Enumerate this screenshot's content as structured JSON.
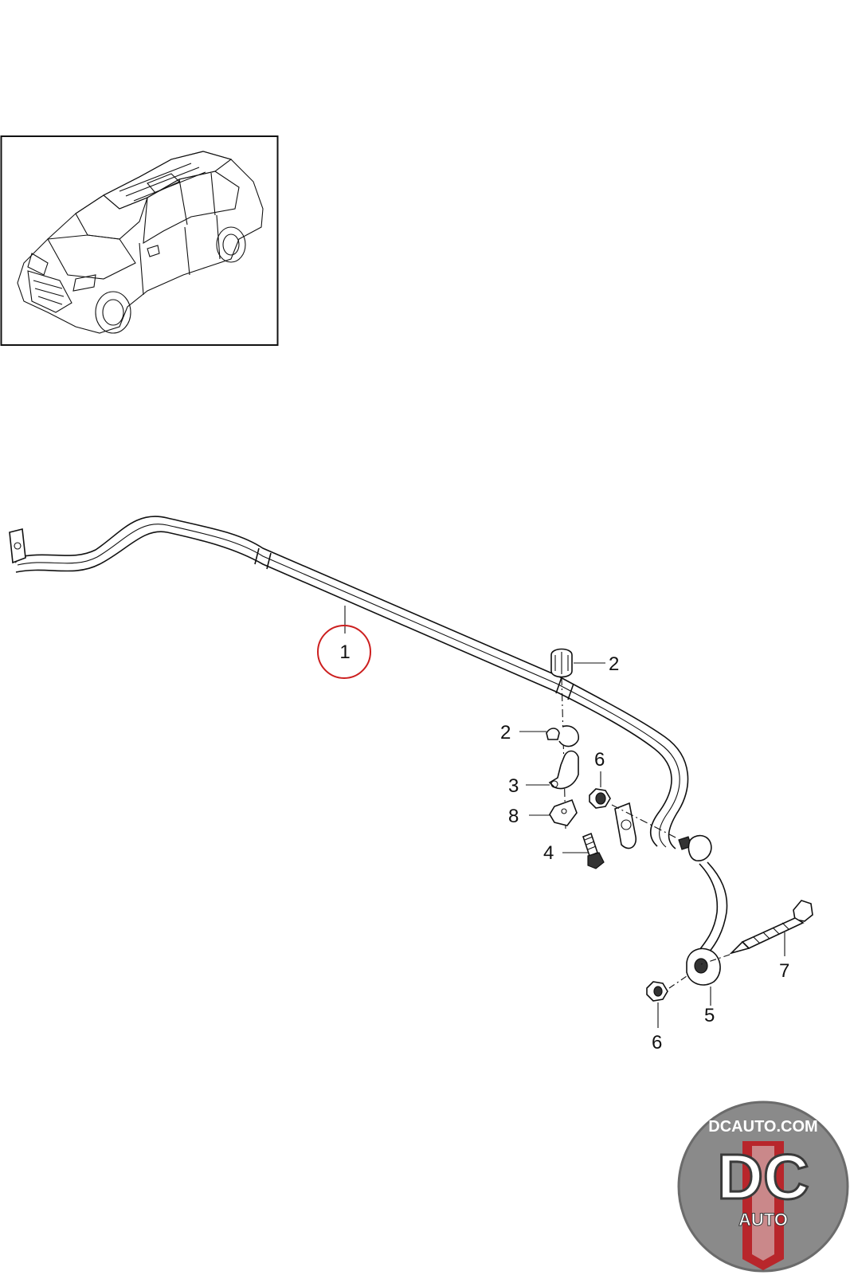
{
  "callouts": [
    {
      "id": "c1",
      "label": "1",
      "highlighted": true
    },
    {
      "id": "c2a",
      "label": "2"
    },
    {
      "id": "c2b",
      "label": "2"
    },
    {
      "id": "c6a",
      "label": "6"
    },
    {
      "id": "c3",
      "label": "3"
    },
    {
      "id": "c8",
      "label": "8"
    },
    {
      "id": "c4",
      "label": "4"
    },
    {
      "id": "c7",
      "label": "7"
    },
    {
      "id": "c5",
      "label": "5"
    },
    {
      "id": "c6b",
      "label": "6"
    }
  ],
  "colors": {
    "highlight_circle": "#cc1f1f",
    "line": "#111111",
    "logo_red": "#b8262b",
    "logo_gray": "#7d7d7d"
  },
  "logo": {
    "site": "DCAUTO.COM",
    "mark": "DC",
    "sub": "AUTO"
  }
}
